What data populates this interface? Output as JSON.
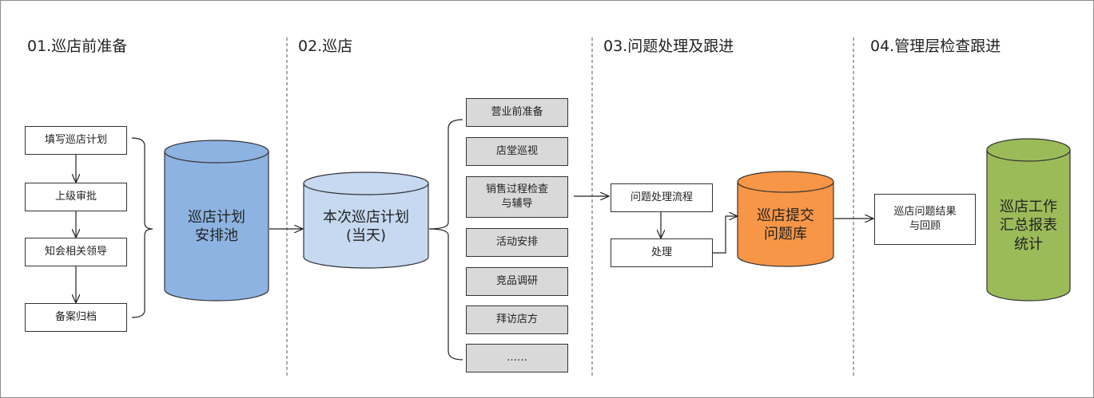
{
  "phases": [
    {
      "title": "01.巡店前准备"
    },
    {
      "title": "02.巡店"
    },
    {
      "title": "03.问题处理及跟进"
    },
    {
      "title": "04.管理层检查跟进"
    }
  ],
  "prep_steps": [
    "填写巡店计划",
    "上级审批",
    "知会相关领导",
    "备案归档"
  ],
  "cylinders": {
    "plan_pool": {
      "line1": "巡店计划",
      "line2": "安排池",
      "color": "#8db3e2"
    },
    "today_plan": {
      "line1": "本次巡店计划",
      "line2": "(当天)",
      "color": "#c6d9f1"
    },
    "issue_lib": {
      "line1": "巡店提交",
      "line2": "问题库",
      "color": "#f79646"
    },
    "report": {
      "line1": "巡店工作",
      "line2": "汇总报表",
      "line3": "统计",
      "color": "#9bbb59"
    }
  },
  "visit_items": [
    {
      "line1": "营业前准备"
    },
    {
      "line1": "店堂巡视"
    },
    {
      "line1": "销售过程检查",
      "line2": "与辅导"
    },
    {
      "line1": "活动安排"
    },
    {
      "line1": "竞品调研"
    },
    {
      "line1": "拜访店方"
    },
    {
      "line1": "……"
    }
  ],
  "issue_steps": [
    "问题处理流程",
    "处理"
  ],
  "result_box": {
    "line1": "巡店问题结果",
    "line2": "与回顾"
  }
}
